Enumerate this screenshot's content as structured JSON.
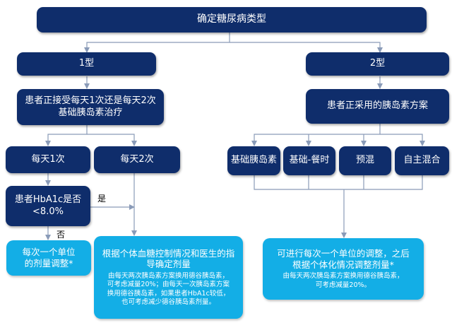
{
  "title": "确定糖尿病类型",
  "type1": {
    "label": "1型",
    "question": [
      "患者正接受每天1次还是每天2次",
      "基础胰岛素治疗"
    ],
    "once_daily": "每天1次",
    "twice_daily": "每天2次",
    "hba1c_question": [
      "患者HbA1c是否",
      "<8.0%"
    ],
    "yes_label": "是",
    "no_label": "否",
    "unit_adjust": [
      "每次一个单位",
      "的剂量调整*"
    ],
    "individual_adjust": [
      "根据个体血糖控制情况和医生的指",
      "导确定剂量"
    ],
    "individual_note": [
      "由每天两次胰岛素方案换用德谷胰岛素，",
      "可考虑减量20%；由每天一次胰岛素方案",
      "换用德谷胰岛素，如果患者HbA1c较低，",
      "也可考虑减少德谷胰岛素剂量。"
    ]
  },
  "type2": {
    "label": "2型",
    "question": "患者正采用的胰岛素方案",
    "regimens": [
      "基础胰岛素",
      "基础-餐时",
      "预混",
      "自主混合"
    ],
    "result": [
      "可进行每次一个单位的调整，之后",
      "根据个体化情况调整剂量*"
    ],
    "result_note": [
      "由每天两次胰岛素方案换用德谷胰岛素，",
      "可考虑减量20%。"
    ]
  },
  "colors": {
    "dark_box": "#0f2d6b",
    "light_box": "#13aee6",
    "connector": "#8a9bb8"
  }
}
